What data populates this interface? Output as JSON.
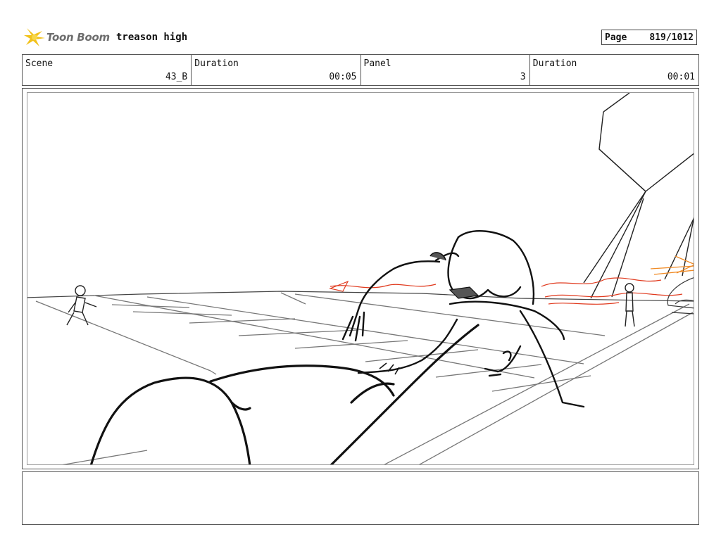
{
  "header": {
    "logo_text": "Toon Boom",
    "project_title": "treason high",
    "page_label": "Page",
    "page_value": "819/1012"
  },
  "info": {
    "scene_label": "Scene",
    "scene_value": "43_B",
    "duration_label": "Duration",
    "duration_value": "00:05",
    "panel_label": "Panel",
    "panel_value": "3",
    "panel_duration_label": "Duration",
    "panel_duration_value": "00:01"
  },
  "colors": {
    "logo_yellow": "#f2c21b",
    "sketch_red": "#e0391d",
    "sketch_orange": "#f08a24"
  },
  "notes": {
    "text": ""
  }
}
